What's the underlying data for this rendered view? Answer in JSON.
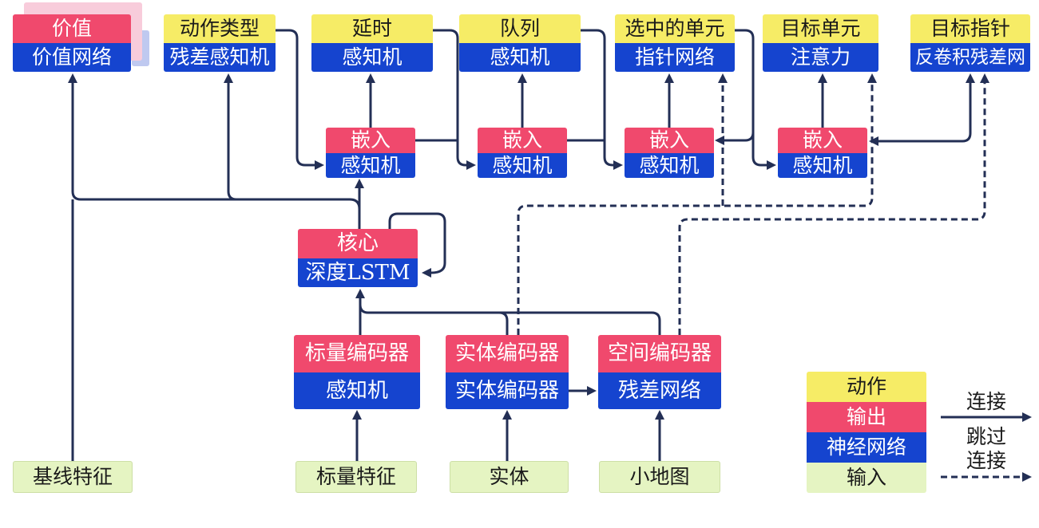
{
  "boxes": {
    "value": {
      "top": "价值",
      "bottom": "价值网络"
    },
    "action_type": {
      "top": "动作类型",
      "bottom": "残差感知机"
    },
    "delay": {
      "top": "延时",
      "bottom": "感知机"
    },
    "queued": {
      "top": "队列",
      "bottom": "感知机"
    },
    "selected_units": {
      "top": "选中的单元",
      "bottom": "指针网络"
    },
    "target_unit": {
      "top": "目标单元",
      "bottom": "注意力"
    },
    "target_point": {
      "top": "目标指针",
      "bottom": "反卷积残差网"
    },
    "embed1": {
      "top": "嵌入",
      "bottom": "感知机"
    },
    "embed2": {
      "top": "嵌入",
      "bottom": "感知机"
    },
    "embed3": {
      "top": "嵌入",
      "bottom": "感知机"
    },
    "embed4": {
      "top": "嵌入",
      "bottom": "感知机"
    },
    "core": {
      "top": "核心",
      "bottom": "深度LSTM"
    },
    "scalar_encoder": {
      "top": "标量编码器",
      "bottom": "感知机"
    },
    "entity_encoder": {
      "top": "实体编码器",
      "bottom": "实体编码器"
    },
    "spatial_encoder": {
      "top": "空间编码器",
      "bottom": "残差网络"
    }
  },
  "inputs": {
    "baseline_features": {
      "label": "基线特征"
    },
    "scalar_features": {
      "label": "标量特征"
    },
    "entities": {
      "label": "实体"
    },
    "minimap": {
      "label": "小地图"
    }
  },
  "legend": {
    "rows": [
      {
        "label": "动作",
        "color": "yellow"
      },
      {
        "label": "输出",
        "color": "red"
      },
      {
        "label": "神经网络",
        "color": "blue"
      },
      {
        "label": "输入",
        "color": "green"
      }
    ],
    "solid_label": "连接",
    "dashed_label_line1": "跳过",
    "dashed_label_line2": "连接"
  },
  "connections": [
    {
      "from": "baseline_features",
      "to": "value",
      "style": "solid"
    },
    {
      "from": "core",
      "to": "value",
      "style": "solid"
    },
    {
      "from": "core",
      "to": "action_type",
      "style": "solid"
    },
    {
      "from": "core",
      "to": "embed1",
      "style": "solid"
    },
    {
      "from": "core",
      "to": "core",
      "style": "solid"
    },
    {
      "from": "action_type",
      "to": "embed1",
      "style": "solid"
    },
    {
      "from": "embed1",
      "to": "delay",
      "style": "solid"
    },
    {
      "from": "delay",
      "to": "embed2",
      "style": "solid"
    },
    {
      "from": "embed1",
      "to": "embed2",
      "style": "solid"
    },
    {
      "from": "embed2",
      "to": "queued",
      "style": "solid"
    },
    {
      "from": "queued",
      "to": "embed3",
      "style": "solid"
    },
    {
      "from": "embed2",
      "to": "embed3",
      "style": "solid"
    },
    {
      "from": "embed3",
      "to": "selected_units",
      "style": "solid"
    },
    {
      "from": "selected_units",
      "to": "embed3",
      "style": "solid"
    },
    {
      "from": "selected_units",
      "to": "embed4",
      "style": "solid"
    },
    {
      "from": "embed4",
      "to": "target_unit",
      "style": "solid"
    },
    {
      "from": "embed4",
      "to": "target_point",
      "style": "solid"
    },
    {
      "from": "scalar_encoder",
      "to": "core",
      "style": "solid"
    },
    {
      "from": "entity_encoder",
      "to": "core",
      "style": "solid"
    },
    {
      "from": "spatial_encoder",
      "to": "core",
      "style": "solid"
    },
    {
      "from": "entity_encoder",
      "to": "spatial_encoder",
      "style": "solid"
    },
    {
      "from": "scalar_features",
      "to": "scalar_encoder",
      "style": "solid"
    },
    {
      "from": "entities",
      "to": "entity_encoder",
      "style": "solid"
    },
    {
      "from": "minimap",
      "to": "spatial_encoder",
      "style": "solid"
    },
    {
      "from": "entity_encoder",
      "to": "selected_units",
      "style": "dashed"
    },
    {
      "from": "entity_encoder",
      "to": "target_unit",
      "style": "dashed"
    },
    {
      "from": "spatial_encoder",
      "to": "target_point",
      "style": "dashed"
    }
  ],
  "colors": {
    "action_yellow": "#F6EC66",
    "output_red": "#F0496D",
    "network_blue": "#1544CF",
    "input_green": "#E5F4C2",
    "line_navy": "#232F55",
    "shadow_pink": "#F8CCDB",
    "shadow_blue": "#BFC9F0"
  }
}
